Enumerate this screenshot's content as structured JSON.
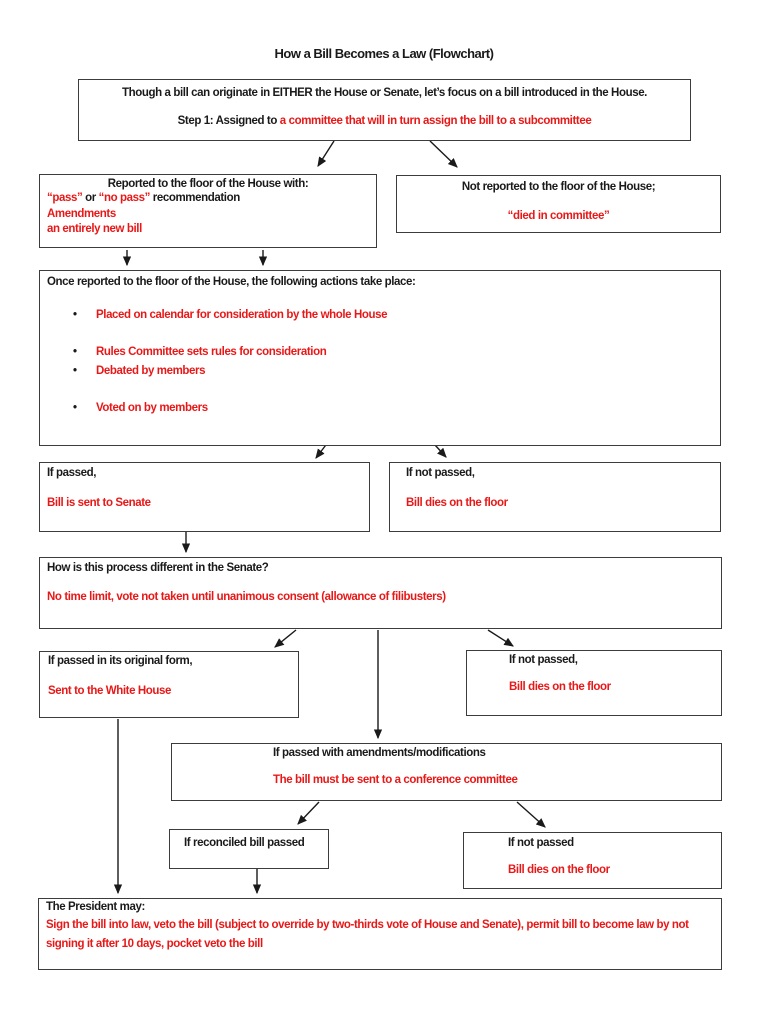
{
  "page": {
    "title": "How a Bill Becomes a Law (Flowchart)"
  },
  "colors": {
    "red": "#e91818",
    "text": "#1a1a1a",
    "border": "#3c3c3c"
  },
  "boxes": {
    "intro": {
      "line1": "Though a bill can originate in EITHER the House or Senate, let’s focus on a bill introduced in the House.",
      "step_black": "Step 1: Assigned to ",
      "step_red": " a committee that will in turn assign the bill to a subcommittee"
    },
    "reported": {
      "line1": "Reported to the floor of the House with:",
      "pass": "“pass”",
      "or": " or ",
      "no_pass": "“no pass”",
      "recommendation": " recommendation",
      "line3": "Amendments",
      "line4": "an entirely new bill"
    },
    "not_reported": {
      "line1": "Not reported to the floor of the House;",
      "line2": "“died in committee”"
    },
    "floor_actions": {
      "title": "Once reported to the floor of the House, the following actions take place:",
      "bullet_glyph": "•",
      "bullets": [
        "Placed on calendar for consideration by the whole House",
        "Rules Committee sets rules for consideration",
        "Debated by members",
        "Voted on by members"
      ]
    },
    "passed_house": {
      "line1": "If passed,",
      "line2": "Bill is sent to Senate"
    },
    "not_passed_house": {
      "line1": "If not passed,",
      "line2": "Bill dies on the floor"
    },
    "senate": {
      "line1": "How is this process different in the Senate?",
      "line2": "No time limit, vote not taken until unanimous consent (allowance of filibusters)"
    },
    "original_form": {
      "line1": "If passed in its original form,",
      "line2": "Sent to the White House"
    },
    "not_passed_senate": {
      "line1": "If not passed,",
      "line2": "Bill dies on the floor"
    },
    "amendments": {
      "line1": "If passed with amendments/modifications",
      "line2": "The bill must be sent to a conference committee"
    },
    "reconciled": {
      "line1": "If reconciled bill passed"
    },
    "not_passed_conference": {
      "line1": "If not passed",
      "line2": "Bill dies on the floor"
    },
    "president": {
      "line1": "The President may:",
      "line2": "Sign the bill into law, veto the bill (subject to override by two-thirds vote of House and Senate), permit bill to become law by not signing it after 10 days, pocket veto the bill"
    }
  }
}
